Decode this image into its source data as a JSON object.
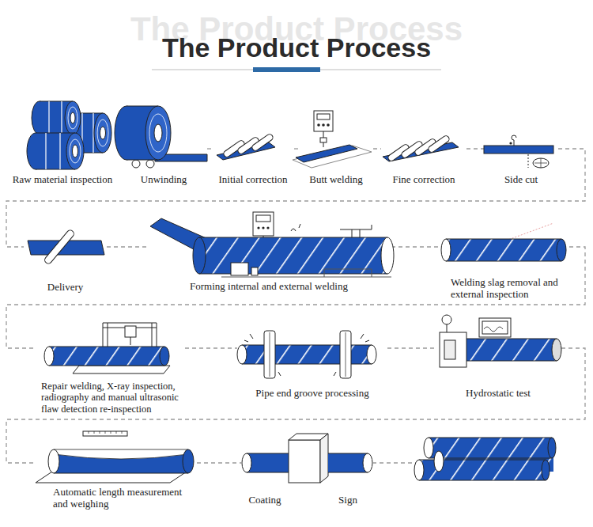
{
  "diagram": {
    "title": "The Product Process",
    "nodes": [
      {
        "text": [
          "Raw material inspection"
        ]
      },
      {
        "text": [
          "Unwinding"
        ]
      },
      {
        "text": [
          "Initial correction"
        ]
      },
      {
        "text": [
          "Butt welding"
        ]
      },
      {
        "text": [
          "Fine correction"
        ]
      },
      {
        "text": [
          "Side cut"
        ]
      },
      {
        "text": [
          "Delivery"
        ]
      },
      {
        "text": [
          "Forming internal and external welding"
        ]
      },
      {
        "text": [
          "Welding slag removal and external inspection"
        ]
      },
      {
        "text": [
          "Repair welding, X-ray inspection, radiography and manual ultrasonic flaw detection re-inspection"
        ]
      },
      {
        "text": [
          "Pipe end groove processing"
        ]
      },
      {
        "text": [
          "Hydrostatic test"
        ]
      },
      {
        "text": [
          "Automatic length measurement and weighing"
        ]
      },
      {
        "text": [
          "Coating"
        ]
      },
      {
        "text": [
          "Sign"
        ]
      }
    ],
    "edges": [
      {
        "from": 0,
        "to": 1,
        "arrow": "none"
      },
      {
        "from": 1,
        "to": 2,
        "arrow": "none"
      },
      {
        "from": 2,
        "to": 3,
        "arrow": "none"
      },
      {
        "from": 3,
        "to": 4,
        "arrow": "none"
      },
      {
        "from": 4,
        "to": 5,
        "arrow": "none"
      },
      {
        "from": 5,
        "to": 6,
        "arrow": "none"
      },
      {
        "from": 6,
        "to": 7,
        "arrow": "none"
      },
      {
        "from": 7,
        "to": 8,
        "arrow": "none"
      },
      {
        "from": 8,
        "to": 9,
        "arrow": "none"
      },
      {
        "from": 9,
        "to": 10,
        "arrow": "none"
      },
      {
        "from": 10,
        "to": 11,
        "arrow": "none"
      },
      {
        "from": 11,
        "to": 12,
        "arrow": "none"
      },
      {
        "from": 12,
        "to": 13,
        "arrow": "none"
      },
      {
        "from": 13,
        "to": 14,
        "arrow": "none"
      }
    ],
    "labels": [
      "The Product Process"
    ]
  }
}
